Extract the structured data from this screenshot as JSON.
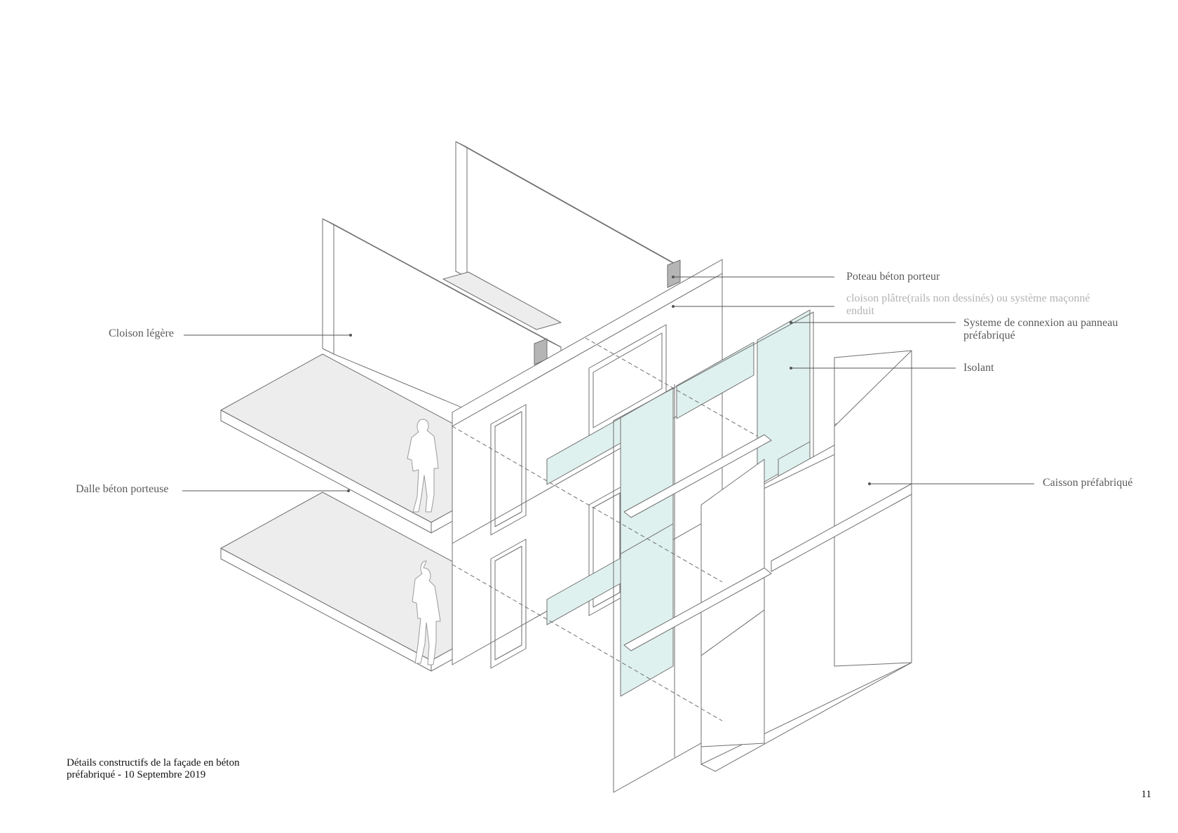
{
  "labels": {
    "cloison_legere": "Cloison légère",
    "dalle_beton": "Dalle béton porteuse",
    "poteau_beton": "Poteau béton porteur",
    "cloison_platre": "cloison plâtre(rails non dessinés) ou système maçonné",
    "cloison_platre_2": "enduit",
    "connexion": "Systeme de connexion au panneau",
    "connexion_2": "préfabriqué",
    "isolant": "Isolant",
    "caisson": "Caisson préfabriqué"
  },
  "caption": {
    "line1": "Détails constructifs de la façade en béton",
    "line2": "préfabriqué - 10 Septembre 2019"
  },
  "page_number": "11",
  "colors": {
    "line": "#6f6f6f",
    "slab_fill": "#ededed",
    "insulation_fill": "#dff1ee",
    "post_fill": "#b5b5b5",
    "muted_text": "#b3b3b3"
  }
}
